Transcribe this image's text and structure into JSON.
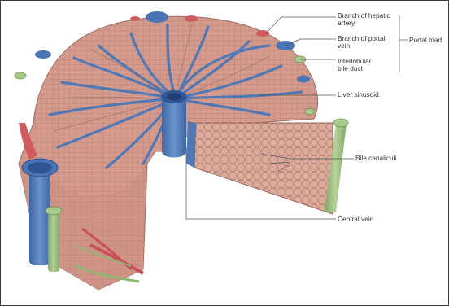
{
  "labels": {
    "hepatic_artery": [
      "Branch of hepatic",
      "artery"
    ],
    "portal_vein": [
      "Branch of portal",
      "vein"
    ],
    "bile_duct": [
      "Interlobular",
      "bile duct"
    ],
    "portal_triad": "Portal triad",
    "sinusoid": "Liver sinusoid",
    "canaliculi": "Bile canaliculi",
    "central_vein": "Central vein"
  },
  "colors": {
    "hepatocyte": "#d8a196",
    "vein_blue": "#5b84bf",
    "vein_dark": "#3f67a4",
    "artery_red": "#cf5b5e",
    "bile_green": "#9fbf7f",
    "leader_line": "#555555"
  }
}
